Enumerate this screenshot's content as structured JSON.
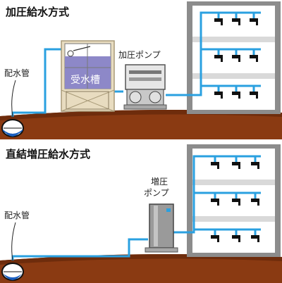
{
  "top": {
    "title": "加圧給水方式",
    "main_pipe_label": "配水管",
    "tank_label": "受水槽",
    "pump_label": "加圧ポンプ"
  },
  "bottom": {
    "title": "直結増圧給水方式",
    "main_pipe_label": "配水管",
    "pump_label_line1": "増圧",
    "pump_label_line2": "ポンプ"
  },
  "colors": {
    "ground": "#8a3a12",
    "ground_dark": "#6e2c0c",
    "water_pipe": "#2aa0e0",
    "building_frame": "#8c8c8c",
    "floor_slab": "#d9d9d9",
    "tank_water": "#8d88c8",
    "tank_frame": "#e8dcc0",
    "pump_body": "#c8c8c8"
  },
  "icons": [
    "faucet-icon",
    "water-main-icon",
    "water-tank-icon",
    "booster-pump-icon",
    "pressure-pump-icon"
  ]
}
